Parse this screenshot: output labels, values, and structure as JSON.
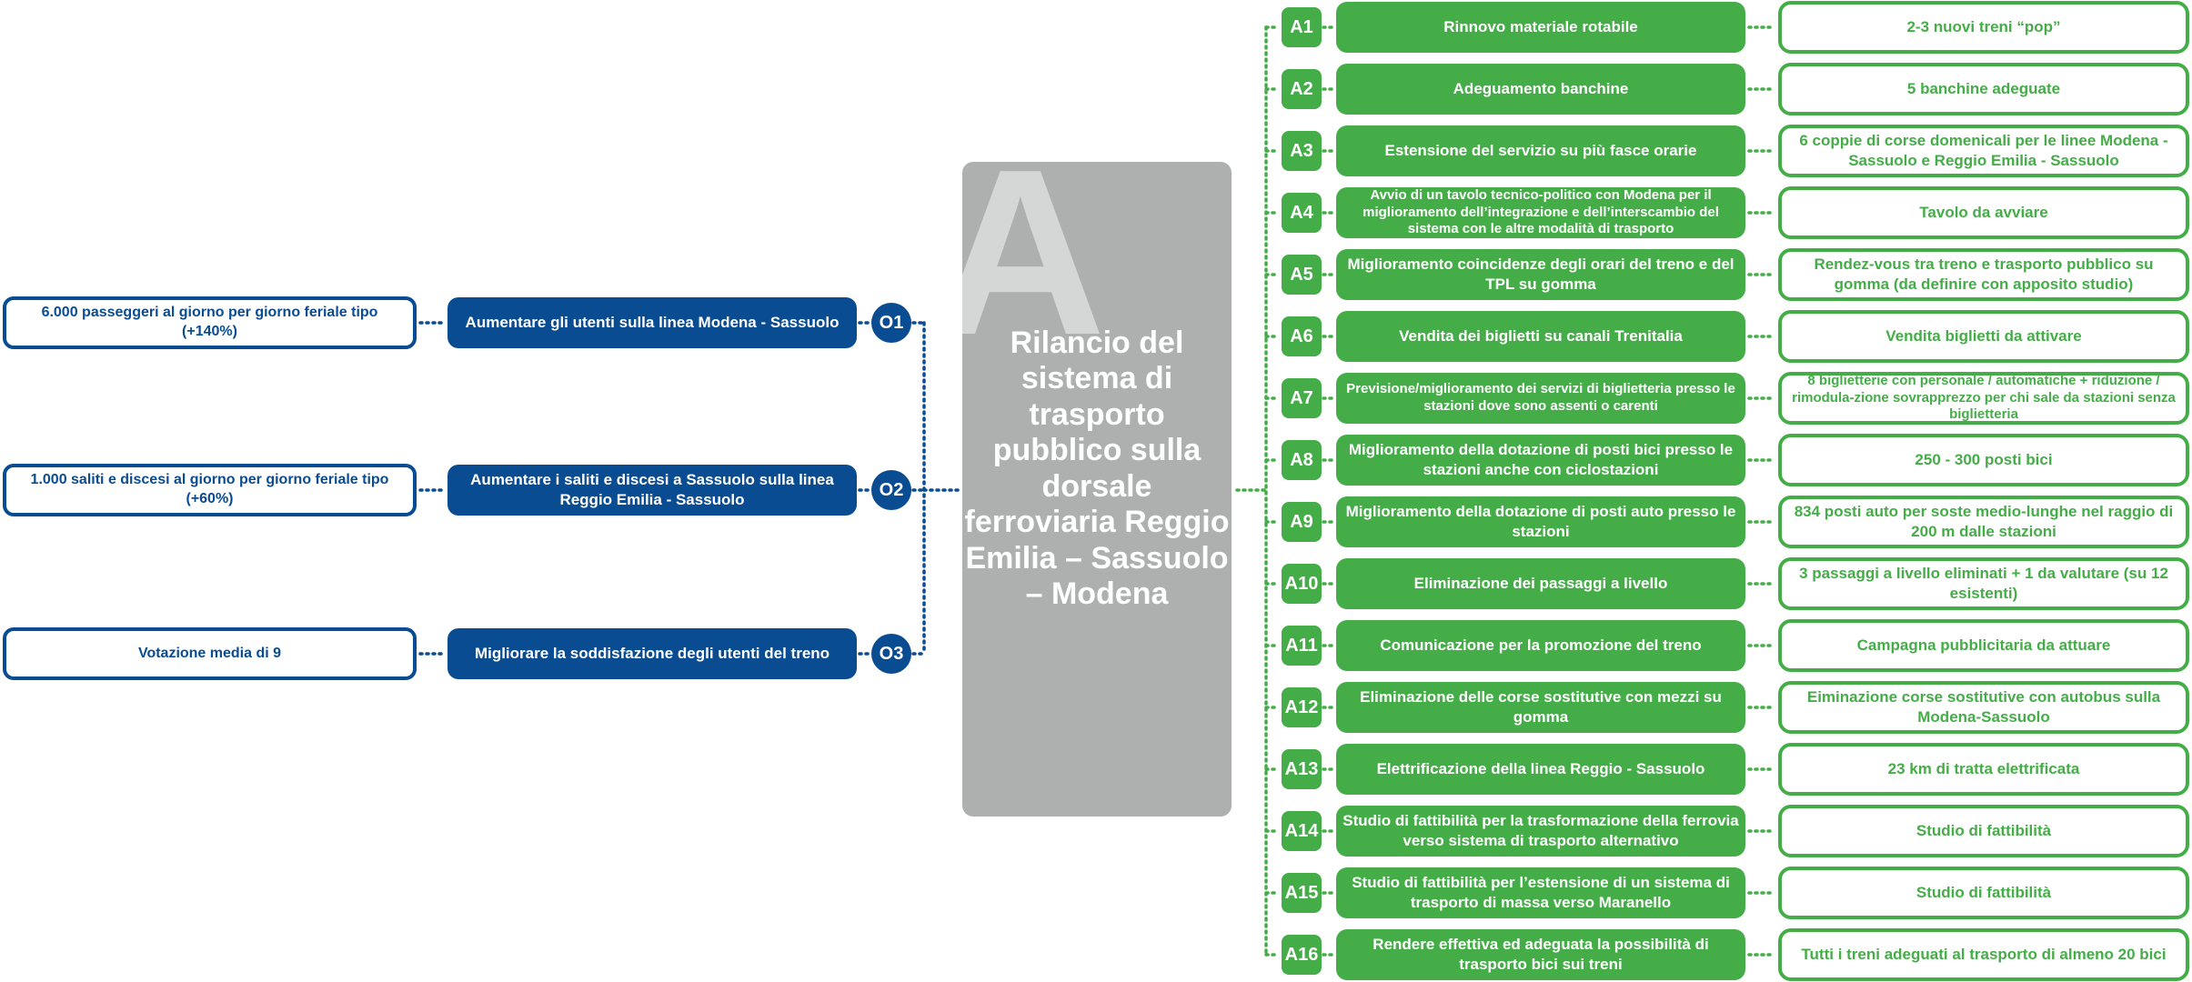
{
  "center": {
    "letter": "A",
    "title": "Rilancio del sistema di trasporto pubblico sulla dorsale ferroviaria Reggio Emilia – Sassuolo – Modena"
  },
  "objectives": [
    {
      "code": "O1",
      "label": "Aumentare gli utenti  sulla linea Modena - Sassuolo",
      "target": "6.000 passeggeri al giorno per giorno feriale tipo (+140%)"
    },
    {
      "code": "O2",
      "label": "Aumentare i saliti e discesi a Sassuolo  sulla linea Reggio Emilia - Sassuolo",
      "target": "1.000 saliti e discesi al giorno per giorno feriale tipo (+60%)"
    },
    {
      "code": "O3",
      "label": "Migliorare la soddisfazione degli utenti del treno",
      "target": "Votazione media di 9"
    }
  ],
  "actions": [
    {
      "code": "A1",
      "label": "Rinnovo materiale rotabile",
      "result": "2-3 nuovi treni “pop”"
    },
    {
      "code": "A2",
      "label": "Adeguamento banchine",
      "result": "5 banchine adeguate"
    },
    {
      "code": "A3",
      "label": "Estensione del servizio su più fasce orarie",
      "result": "6 coppie di corse domenicali per le linee Modena - Sassuolo e Reggio Emilia - Sassuolo"
    },
    {
      "code": "A4",
      "label": "Avvio di un tavolo tecnico-politico con Modena per il miglioramento dell’integrazione e dell’interscambio del sistema con le altre modalità di trasporto",
      "result": "Tavolo da avviare"
    },
    {
      "code": "A5",
      "label": "Miglioramento coincidenze degli orari del treno e del TPL su gomma",
      "result": "Rendez-vous tra treno e trasporto pubblico su gomma (da definire con apposito studio)"
    },
    {
      "code": "A6",
      "label": "Vendita dei biglietti su canali Trenitalia",
      "result": "Vendita biglietti da attivare"
    },
    {
      "code": "A7",
      "label": "Previsione/miglioramento dei servizi di biglietteria presso le stazioni dove sono assenti o carenti",
      "result": "8 biglietterie con personale / automatiche + riduzione / rimodula-zione sovrapprezzo per chi sale da stazioni senza biglietteria"
    },
    {
      "code": "A8",
      "label": "Miglioramento della dotazione di posti bici presso le stazioni anche con ciclostazioni",
      "result": "250 - 300 posti bici"
    },
    {
      "code": "A9",
      "label": "Miglioramento della dotazione di posti auto presso le stazioni",
      "result": "834 posti auto per soste medio-lunghe nel raggio di 200 m dalle stazioni"
    },
    {
      "code": "A10",
      "label": "Eliminazione dei passaggi a livello",
      "result": "3 passaggi a livello eliminati + 1 da valutare (su 12 esistenti)"
    },
    {
      "code": "A11",
      "label": "Comunicazione per la promozione del treno",
      "result": "Campagna pubblicitaria da attuare"
    },
    {
      "code": "A12",
      "label": "Eliminazione delle corse sostitutive con mezzi su gomma",
      "result": "Eiminazione corse sostitutive con autobus sulla Modena-Sassuolo"
    },
    {
      "code": "A13",
      "label": "Elettrificazione della linea Reggio - Sassuolo",
      "result": "23 km di tratta elettrificata"
    },
    {
      "code": "A14",
      "label": "Studio di fattibilità per la trasformazione della ferrovia verso sistema di trasporto alternativo",
      "result": "Studio di fattibilità"
    },
    {
      "code": "A15",
      "label": "Studio di fattibilità per l’estensione di un sistema di trasporto di massa verso Maranello",
      "result": "Studio di fattibilità"
    },
    {
      "code": "A16",
      "label": "Rendere effettiva ed adeguata la possibilità di trasporto bici sui treni",
      "result": "Tutti i treni adeguati al trasporto di almeno 20 bici"
    }
  ],
  "colors": {
    "objective": "#0a4c92",
    "action": "#45ad48",
    "center_panel": "#adb0af"
  }
}
